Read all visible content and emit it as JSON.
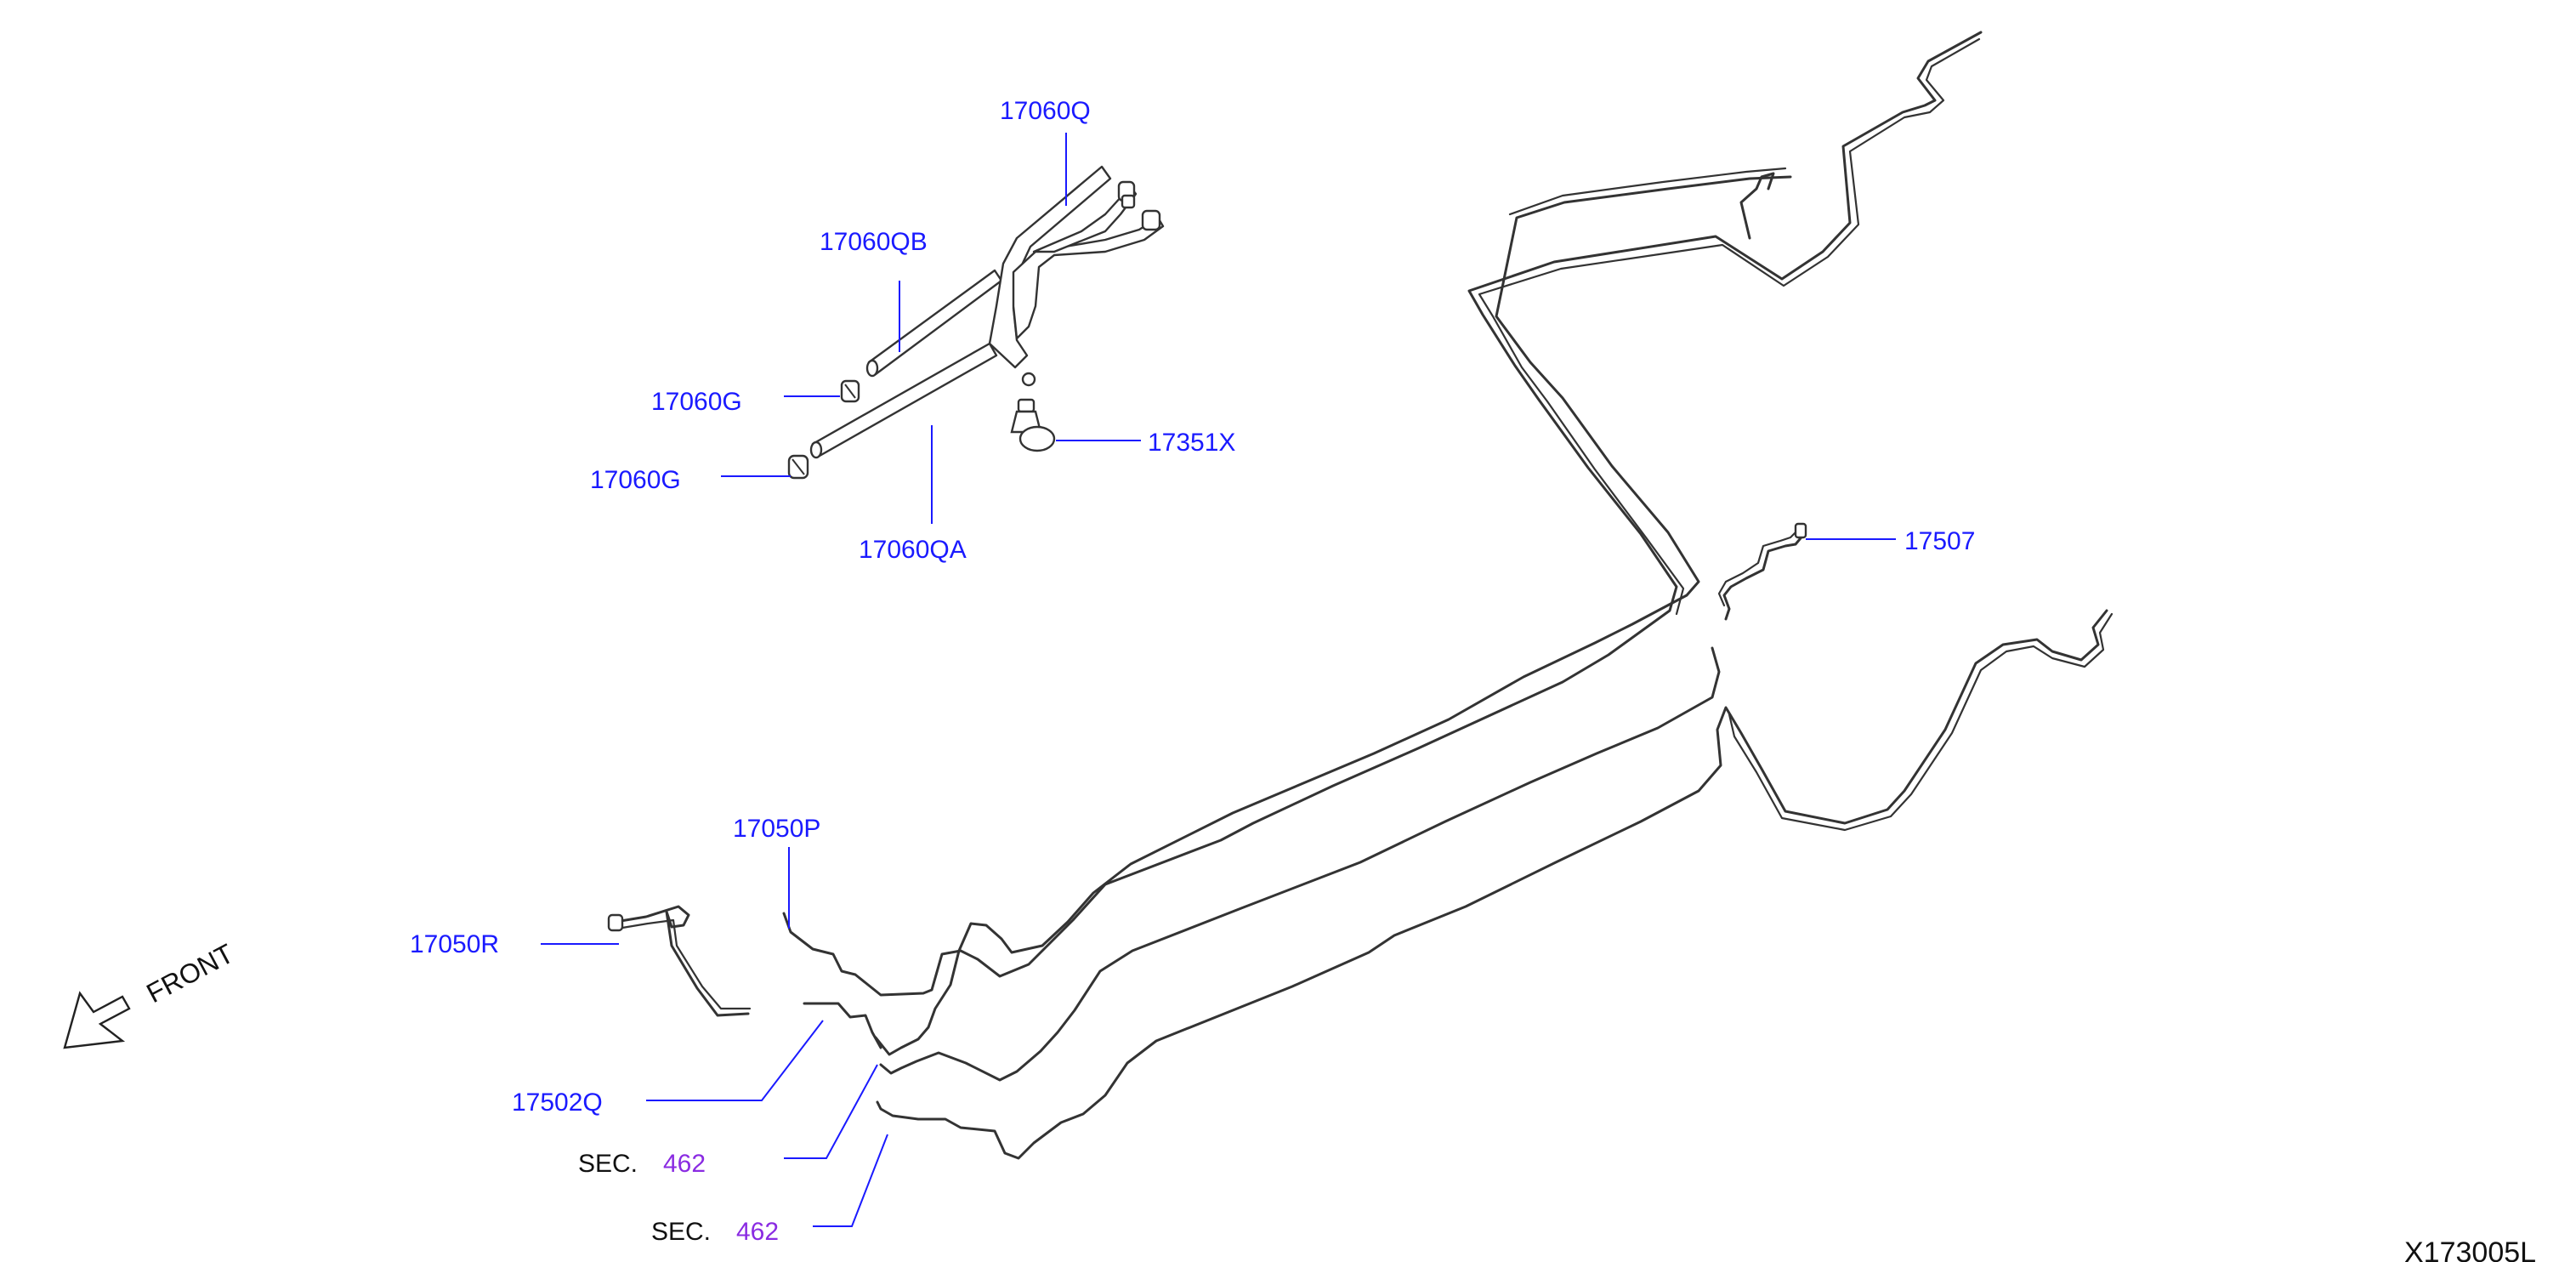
{
  "labels": {
    "p17060Q": "17060Q",
    "p17060QB": "17060QB",
    "p17060G_1": "17060G",
    "p17060G_2": "17060G",
    "p17060QA": "17060QA",
    "p17351X": "17351X",
    "p17507": "17507",
    "p17050P": "17050P",
    "p17050R": "17050R",
    "p17502Q": "17502Q",
    "sec1": "SEC.",
    "sec1_num": "462",
    "sec2": "SEC.",
    "sec2_num": "462",
    "front": "FRONT",
    "diagram_code": "X173005L"
  },
  "colors": {
    "part_label": "#1a1aff",
    "section_number": "#8a2be2",
    "line_art": "#333333"
  },
  "icons": {
    "front_arrow": "arrow-down-left-icon"
  }
}
